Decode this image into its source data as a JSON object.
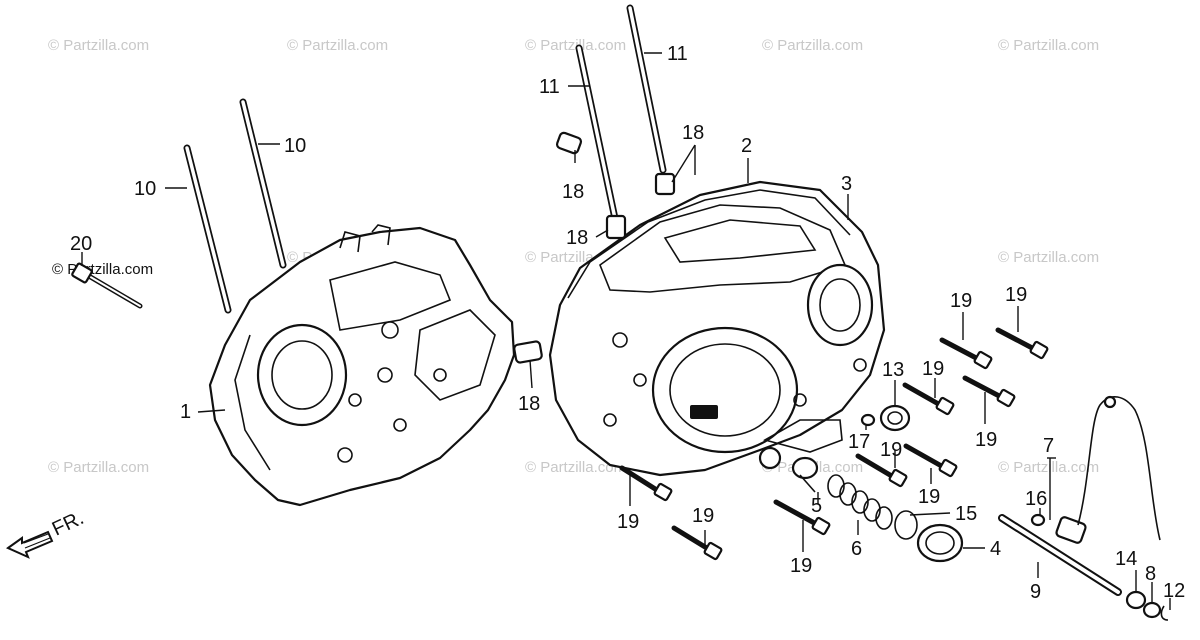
{
  "watermark": "© Partzilla.com",
  "watermark_positions": 14,
  "callouts": [
    {
      "id": "c1",
      "label": "1"
    },
    {
      "id": "c2",
      "label": "2"
    },
    {
      "id": "c3",
      "label": "3"
    },
    {
      "id": "c4",
      "label": "4"
    },
    {
      "id": "c5",
      "label": "5"
    },
    {
      "id": "c6",
      "label": "6"
    },
    {
      "id": "c7",
      "label": "7"
    },
    {
      "id": "c8",
      "label": "8"
    },
    {
      "id": "c9",
      "label": "9"
    },
    {
      "id": "c10a",
      "label": "10"
    },
    {
      "id": "c10b",
      "label": "10"
    },
    {
      "id": "c11a",
      "label": "11"
    },
    {
      "id": "c11b",
      "label": "11"
    },
    {
      "id": "c12",
      "label": "12"
    },
    {
      "id": "c13",
      "label": "13"
    },
    {
      "id": "c14",
      "label": "14"
    },
    {
      "id": "c15",
      "label": "15"
    },
    {
      "id": "c16",
      "label": "16"
    },
    {
      "id": "c17",
      "label": "17"
    },
    {
      "id": "c18a",
      "label": "18"
    },
    {
      "id": "c18b",
      "label": "18"
    },
    {
      "id": "c18c",
      "label": "18"
    },
    {
      "id": "c18d",
      "label": "18"
    },
    {
      "id": "c19a",
      "label": "19"
    },
    {
      "id": "c19b",
      "label": "19"
    },
    {
      "id": "c19c",
      "label": "19"
    },
    {
      "id": "c19d",
      "label": "19"
    },
    {
      "id": "c19e",
      "label": "19"
    },
    {
      "id": "c19f",
      "label": "19"
    },
    {
      "id": "c19g",
      "label": "19"
    },
    {
      "id": "c19h",
      "label": "19"
    },
    {
      "id": "c20",
      "label": "20"
    }
  ],
  "front_indicator": "FR."
}
